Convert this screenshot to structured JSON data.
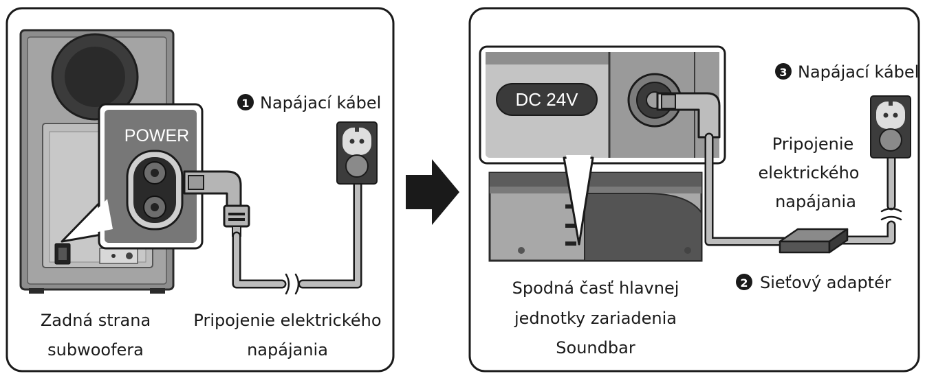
{
  "left_panel": {
    "power_label": "POWER",
    "step1_number": "1",
    "step1_label": "Napájací kábel",
    "subwoofer_caption_line1": "Zadná strana",
    "subwoofer_caption_line2": "subwoofera",
    "outlet_caption_line1": "Pripojenie elektrického",
    "outlet_caption_line2": "napájania"
  },
  "right_panel": {
    "dc_label": "DC 24V",
    "step3_number": "3",
    "step3_label": "Napájací kábel",
    "outlet_caption_line1": "Pripojenie",
    "outlet_caption_line2": "elektrického",
    "outlet_caption_line3": "napájania",
    "step2_number": "2",
    "step2_label": "Sieťový adaptér",
    "soundbar_caption_line1": "Spodná časť hlavnej",
    "soundbar_caption_line2": "jednotky zariadenia",
    "soundbar_caption_line3": "Soundbar"
  },
  "colors": {
    "dark_gray": "#3a3a3a",
    "mid_gray": "#8a8a8a",
    "light_gray": "#cfcfcf",
    "cable_gray": "#b8b8b8",
    "ink": "#1a1a1a"
  }
}
